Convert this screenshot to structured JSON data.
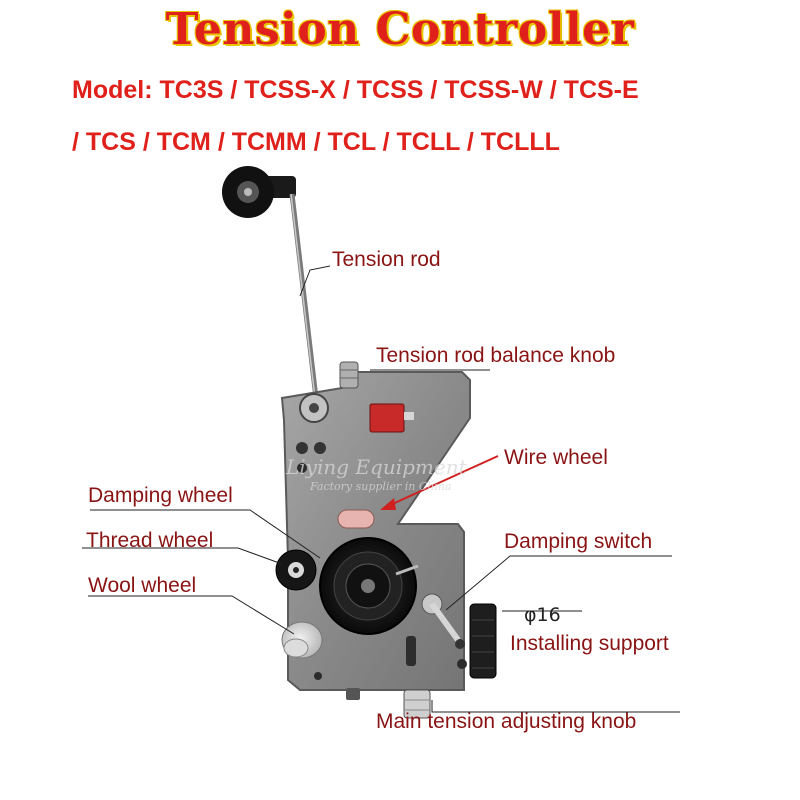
{
  "title": "Tension Controller",
  "model_line_1": "Model: TC3S / TCSS-X / TCSS / TCSS-W / TCS-E",
  "model_line_2": "/ TCS / TCM / TCMM / TCL / TCLL / TCLLL",
  "labels": {
    "tension_rod": "Tension rod",
    "balance_knob": "Tension rod balance knob",
    "wire_wheel": "Wire wheel",
    "damping_wheel": "Damping wheel",
    "thread_wheel": "Thread wheel",
    "damping_switch": "Damping switch",
    "wool_wheel": "Wool wheel",
    "diameter": "φ16",
    "installing_support": "Installing support",
    "main_knob": "Main tension adjusting knob"
  },
  "watermark": {
    "line1": "Liying Equipment",
    "line2": "Factory supplier in China"
  },
  "colors": {
    "title_red": "#e0201a",
    "title_outline": "#e8c400",
    "label_red": "#8a1414",
    "plate": "#8c8c8c"
  }
}
